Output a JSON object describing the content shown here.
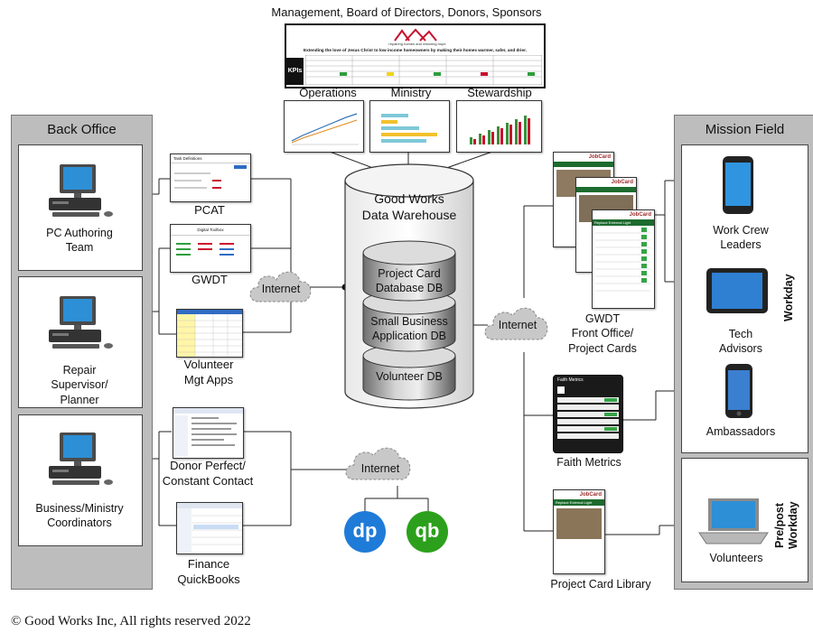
{
  "header": {
    "audience": "Management, Board of Directors, Donors, Sponsors",
    "tagline": "Extending the love of Jesus Christ to low income homeowners by making their homes warmer, safer, and drier.",
    "kpis_label": "KPIs",
    "logo_sub": "repairing homes and restoring hope",
    "dashboards": [
      "Operations",
      "Ministry",
      "Stewardship"
    ]
  },
  "back_office": {
    "title": "Back Office",
    "users": [
      {
        "label": "PC Authoring Team",
        "line1": "PC Authoring",
        "line2": "Team"
      },
      {
        "label": "Repair Supervisor/ Planner",
        "line1": "Repair",
        "line2": "Supervisor/",
        "line3": "Planner"
      },
      {
        "label": "Business/Ministry Coordinators",
        "line1": "Business/Ministry",
        "line2": "Coordinators"
      }
    ]
  },
  "apps": {
    "pcat": "PCAT",
    "gwdt": "GWDT",
    "volunteer_line1": "Volunteer",
    "volunteer_line2": "Mgt Apps",
    "donor_line1": "Donor Perfect/",
    "donor_line2": "Constant Contact",
    "finance_line1": "Finance",
    "finance_line2": "QuickBooks",
    "pcat_header": "Task Definitions",
    "gwdt_header": "Digital Toolbox"
  },
  "internet": {
    "label": "Internet"
  },
  "warehouse": {
    "line1": "Good Works",
    "line2": "Data Warehouse",
    "db1_line1": "Project Card",
    "db1_line2": "Database DB",
    "db2_line1": "Small Business",
    "db2_line2": "Application DB",
    "db3": "Volunteer DB"
  },
  "logos": {
    "dp": "dp",
    "qb": "qb"
  },
  "mission": {
    "title": "Mission Field",
    "workday": "Workday",
    "prepost_line1": "Pre/post",
    "prepost_line2": "Workday",
    "users": [
      {
        "line1": "Work Crew",
        "line2": "Leaders"
      },
      {
        "line1": "Tech",
        "line2": "Advisors"
      },
      {
        "line1": "Ambassadors"
      },
      {
        "line1": "Volunteers"
      }
    ]
  },
  "front": {
    "gwdt_line1": "GWDT",
    "gwdt_line2": "Front Office/",
    "gwdt_line3": "Project Cards",
    "faith": "Faith Metrics",
    "library": "Project Card Library",
    "jobcard": "JobCard",
    "card_task": "Replace External Light",
    "faith_header": "Faith Metrics"
  },
  "footer": {
    "copyright": "© Good Works Inc, All rights reserved  2022"
  },
  "colors": {
    "panel": "#bdbdbd",
    "dp_blue": "#1f7bd8",
    "qb_green": "#2ca01c",
    "cylinder": "#d9d9d9"
  }
}
